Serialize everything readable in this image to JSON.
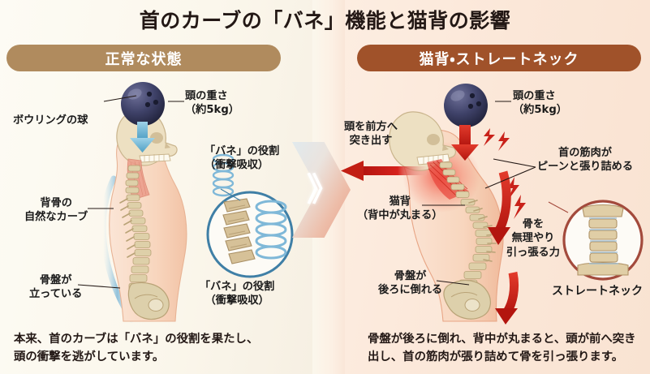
{
  "header": {
    "title": "首のカーブの「バネ」機能と猫背の影響"
  },
  "panels": {
    "left": {
      "pill_label": "正常な状態",
      "labels": {
        "bowling_ball": "ボウリングの球",
        "head_weight": "頭の重さ\n（約5kg）",
        "spring_role_top": "「バネ」の役割\n（衝撃吸収）",
        "spine_curve": "背骨の\n自然なカーブ",
        "pelvis": "骨盤が\n立っている",
        "spring_role_inset": "「バネ」の役割\n（衝撃吸収）"
      },
      "caption": "本来、首のカーブは「バネ」の役割を果たし、\n頭の衝撃を逃がしています。"
    },
    "right": {
      "pill_label": "猫背・ストレートネック",
      "labels": {
        "head_weight": "頭の重さ\n（約5kg）",
        "head_forward": "頭を前方へ\n突き出す",
        "neck_muscle": "首の筋肉が\nピーンと張り詰める",
        "hunchback": "猫背\n（背中が丸まる）",
        "bone_pull": "骨を\n無理やり\n引っ張る力",
        "pelvis_back": "骨盤が\n後ろに倒れる",
        "straight_neck_inset": "ストレートネック"
      },
      "caption": "骨盤が後ろに倒れ、背中が丸まると、頭が前へ突き\n出し、首の筋肉が張り詰めて骨を引っ張ります。"
    }
  },
  "transition": {
    "chevron_glyph": "》"
  },
  "colors": {
    "bg_left": "#fbf7ec",
    "bg_right": "#fae6d8",
    "pill_left": "#b08b5e",
    "pill_right": "#a0522a",
    "title_text": "#231815",
    "bowling_ball": "#3c3f66",
    "blue_accent": "#7fb8d8",
    "red_accent": "#d6211c",
    "bone": "#e3d3b0",
    "skin": "#f7d9c4",
    "muscle": "#e8897a"
  }
}
